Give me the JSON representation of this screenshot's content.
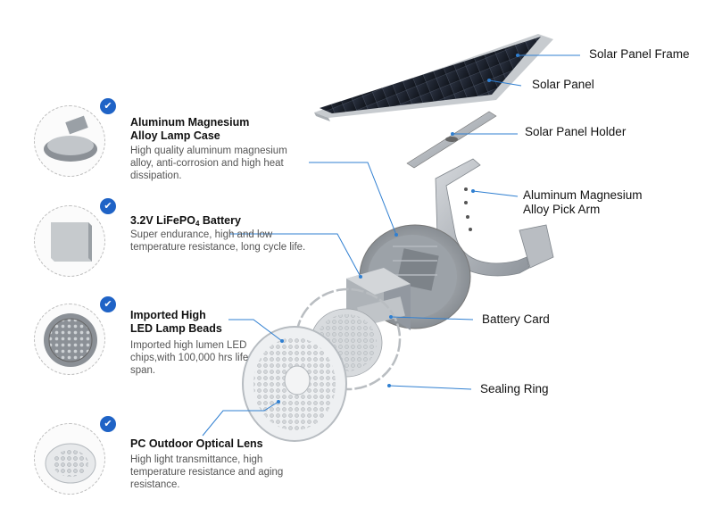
{
  "features": [
    {
      "title_lines": [
        "Aluminum Magnesium",
        "Alloy Lamp Case"
      ],
      "desc_lines": [
        "High quality aluminum magnesium",
        "alloy, anti-corrosion and high heat",
        "dissipation."
      ]
    },
    {
      "title_lines": [
        "3.2V LiFePO4 Battery"
      ],
      "desc_lines": [
        "Super endurance, high and low",
        "temperature resistance, long cycle life."
      ]
    },
    {
      "title_lines": [
        "Imported High",
        "LED Lamp Beads"
      ],
      "desc_lines": [
        "Imported high lumen LED",
        "chips,with 100,000 hrs life",
        "span."
      ]
    },
    {
      "title_lines": [
        "PC Outdoor Optical Lens"
      ],
      "desc_lines": [
        "High light transmittance, high",
        "temperature resistance and aging",
        "resistance."
      ]
    }
  ],
  "labels": {
    "solar_panel_frame": "Solar Panel Frame",
    "solar_panel": "Solar Panel",
    "solar_panel_holder": "Solar Panel Holder",
    "pick_arm_lines": [
      "Aluminum Magnesium",
      "Alloy Pick Arm"
    ],
    "battery_card": "Battery Card",
    "sealing_ring": "Sealing Ring"
  },
  "icons": {
    "check": "check-badge-icon"
  },
  "colors": {
    "accent": "#1f63c6",
    "leader": "#2f7fd1"
  }
}
